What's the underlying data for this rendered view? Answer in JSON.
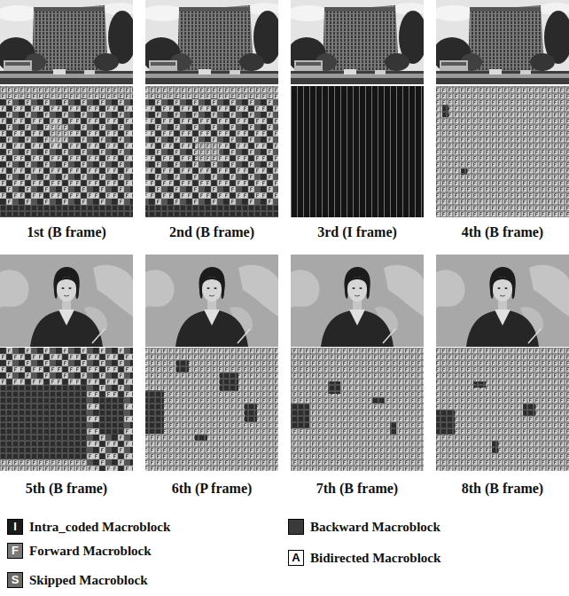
{
  "diagram": {
    "labels": [
      "1st (B frame)",
      "2nd (B frame)",
      "3rd (I frame)",
      "4th (B frame)",
      "5th (B frame)",
      "6th (P frame)",
      "7th (B frame)",
      "8th (B frame)",
      "I",
      "F",
      "A",
      "S"
    ],
    "legend": [
      {
        "text": "Intra_coded Macroblock",
        "color": "#1a1a1a"
      },
      {
        "text": "Backward Macroblock",
        "color": "#3a3a3a"
      },
      {
        "text": "Forward Macroblock",
        "color": "#7a7a7a"
      },
      {
        "text": "Bidirected Macroblock",
        "color": "#ffffff"
      },
      {
        "text": "Skipped Macroblock",
        "color": "#6a6a6a"
      }
    ]
  }
}
